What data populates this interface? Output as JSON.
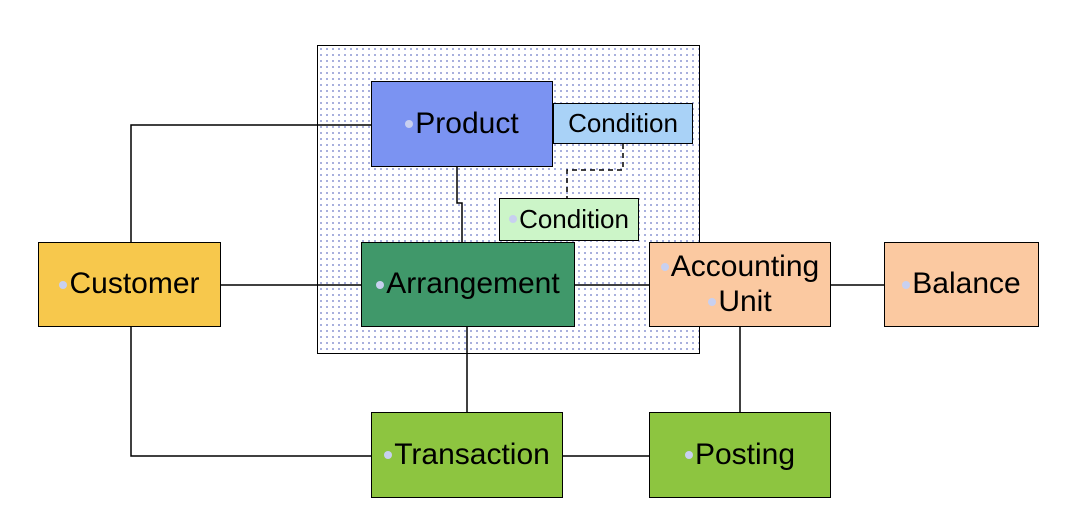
{
  "nodes": {
    "product": "Product",
    "condition_product": "Condition",
    "condition_arrangement": "Condition",
    "arrangement": "Arrangement",
    "customer": "Customer",
    "accounting_line1": "Accounting",
    "accounting_line2": "Unit",
    "balance": "Balance",
    "transaction": "Transaction",
    "posting": "Posting"
  },
  "colors": {
    "product": "#7b93f2",
    "condition_product": "#a9d2f7",
    "condition_arrangement": "#ccf5c8",
    "arrangement": "#40986a",
    "customer": "#f7c84c",
    "accounting_unit": "#fbc9a1",
    "balance": "#fbc9a1",
    "transaction": "#8dc540",
    "posting": "#8dc540",
    "bullet": "#c8d0f0",
    "dot_pattern": "#9aa4d8"
  }
}
